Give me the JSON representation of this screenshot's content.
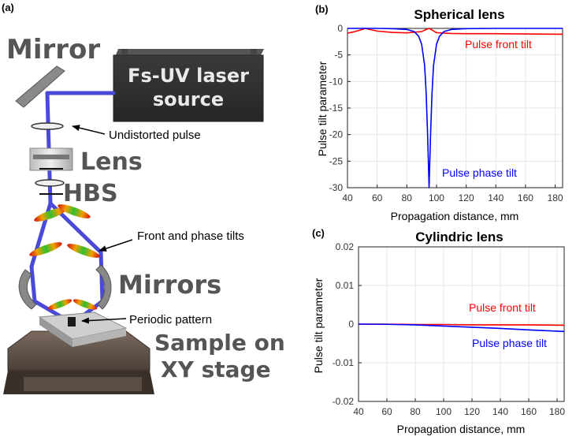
{
  "panel_labels": {
    "a": "(a)",
    "b": "(b)",
    "c": "(c)"
  },
  "diagram": {
    "mirror_label": "Mirror",
    "laser_label_line1": "Fs-UV laser",
    "laser_label_line2": "source",
    "lens_label": "Lens",
    "hbs_label": "HBS",
    "mirrors_label": "Mirrors",
    "sample_label_line1": "Sample on",
    "sample_label_line2": "XY stage",
    "callout_undistorted": "Undistorted pulse",
    "callout_tilts": "Front and phase tilts",
    "callout_pattern": "Periodic pattern",
    "beam_color": "#4a4ad8"
  },
  "chart_data": [
    {
      "type": "line",
      "title": "Spherical lens",
      "xlabel": "Propagation distance, mm",
      "ylabel": "Pulse tilt parameter",
      "xlim": [
        40,
        185
      ],
      "ylim": [
        -30,
        0
      ],
      "xticks": [
        "40",
        "60",
        "80",
        "100",
        "120",
        "140",
        "160",
        "180"
      ],
      "yticks": [
        "0",
        "-5",
        "-10",
        "-15",
        "-20",
        "-25",
        "-30"
      ],
      "grid": true,
      "series": [
        {
          "name": "Pulse front tilt",
          "color": "#ff0000",
          "x": [
            40,
            45,
            50,
            52,
            55,
            60,
            70,
            80,
            90,
            93,
            95,
            97,
            100,
            110,
            120,
            140,
            160,
            185
          ],
          "y": [
            -0.9,
            -0.6,
            -0.2,
            0,
            -0.2,
            -0.5,
            -0.75,
            -0.85,
            -0.6,
            -0.2,
            0,
            -0.3,
            -0.8,
            -0.95,
            -1.0,
            -1.0,
            -1.05,
            -1.1
          ]
        },
        {
          "name": "Pulse phase tilt",
          "color": "#0000ff",
          "x": [
            40,
            60,
            70,
            80,
            85,
            88,
            90,
            92,
            93,
            94,
            95,
            96,
            97,
            98,
            100,
            102,
            105,
            110,
            120,
            140,
            185
          ],
          "y": [
            0,
            0,
            -0.05,
            -0.2,
            -0.6,
            -1.5,
            -3,
            -7,
            -12,
            -20,
            -30,
            -20,
            -12,
            -7,
            -3,
            -1.5,
            -0.6,
            -0.2,
            -0.05,
            0,
            0
          ]
        }
      ]
    },
    {
      "type": "line",
      "title": "Cylindric lens",
      "xlabel": "Propagation distance, mm",
      "ylabel": "Pulse tilt parameter",
      "xlim": [
        40,
        185
      ],
      "ylim": [
        -0.02,
        0.02
      ],
      "xticks": [
        "40",
        "60",
        "80",
        "100",
        "120",
        "140",
        "160",
        "180"
      ],
      "yticks": [
        "0.02",
        "0.01",
        "0",
        "-0.01",
        "-0.02"
      ],
      "grid": true,
      "series": [
        {
          "name": "Pulse front tilt",
          "color": "#ff0000",
          "x": [
            40,
            60,
            80,
            100,
            120,
            140,
            160,
            185
          ],
          "y": [
            0,
            0,
            -0.0001,
            -0.0001,
            -0.0002,
            -0.0002,
            -0.0002,
            -0.0003
          ]
        },
        {
          "name": "Pulse phase tilt",
          "color": "#0000ff",
          "x": [
            40,
            60,
            80,
            100,
            120,
            140,
            160,
            185
          ],
          "y": [
            0,
            -5e-05,
            -0.0002,
            -0.0005,
            -0.0008,
            -0.0011,
            -0.0015,
            -0.0019
          ]
        }
      ]
    }
  ]
}
